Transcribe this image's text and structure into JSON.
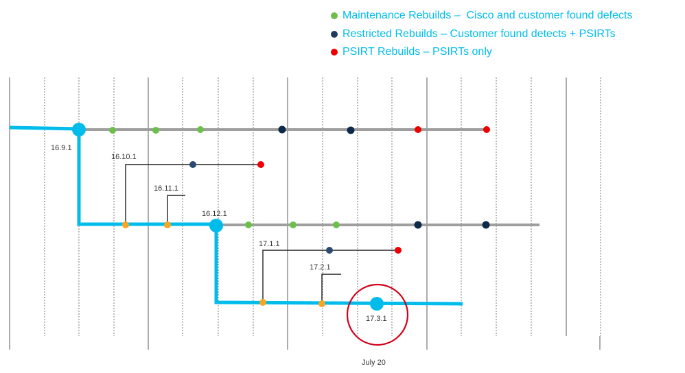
{
  "legend": [
    {
      "label": "Maintenance Rebuilds –  Cisco and customer found defects",
      "color": "#6cc04a"
    },
    {
      "label": "Restricted Rebuilds – Customer found detects + PSIRTs",
      "color": "#1e3a5f"
    },
    {
      "label": "PSIRT Rebuilds – PSIRTs only",
      "color": "#ee0000"
    }
  ],
  "releases": {
    "r1691": "16.9.1",
    "r16101": "16.10.1",
    "r16111": "16.11.1",
    "r16121": "16.12.1",
    "r1711": "17.1.1",
    "r1721": "17.2.1",
    "r1731": "17.3.1"
  },
  "timeline_label": "July 20",
  "colors": {
    "main_line": "#00bceb",
    "branch_line": "#9e9e9e",
    "maintenance": "#6cc04a",
    "restricted": "#1e3a5f",
    "psirt": "#ee0000",
    "minor": "#f5a623",
    "bracket": "#222222",
    "highlight_circle": "#d0021b"
  }
}
